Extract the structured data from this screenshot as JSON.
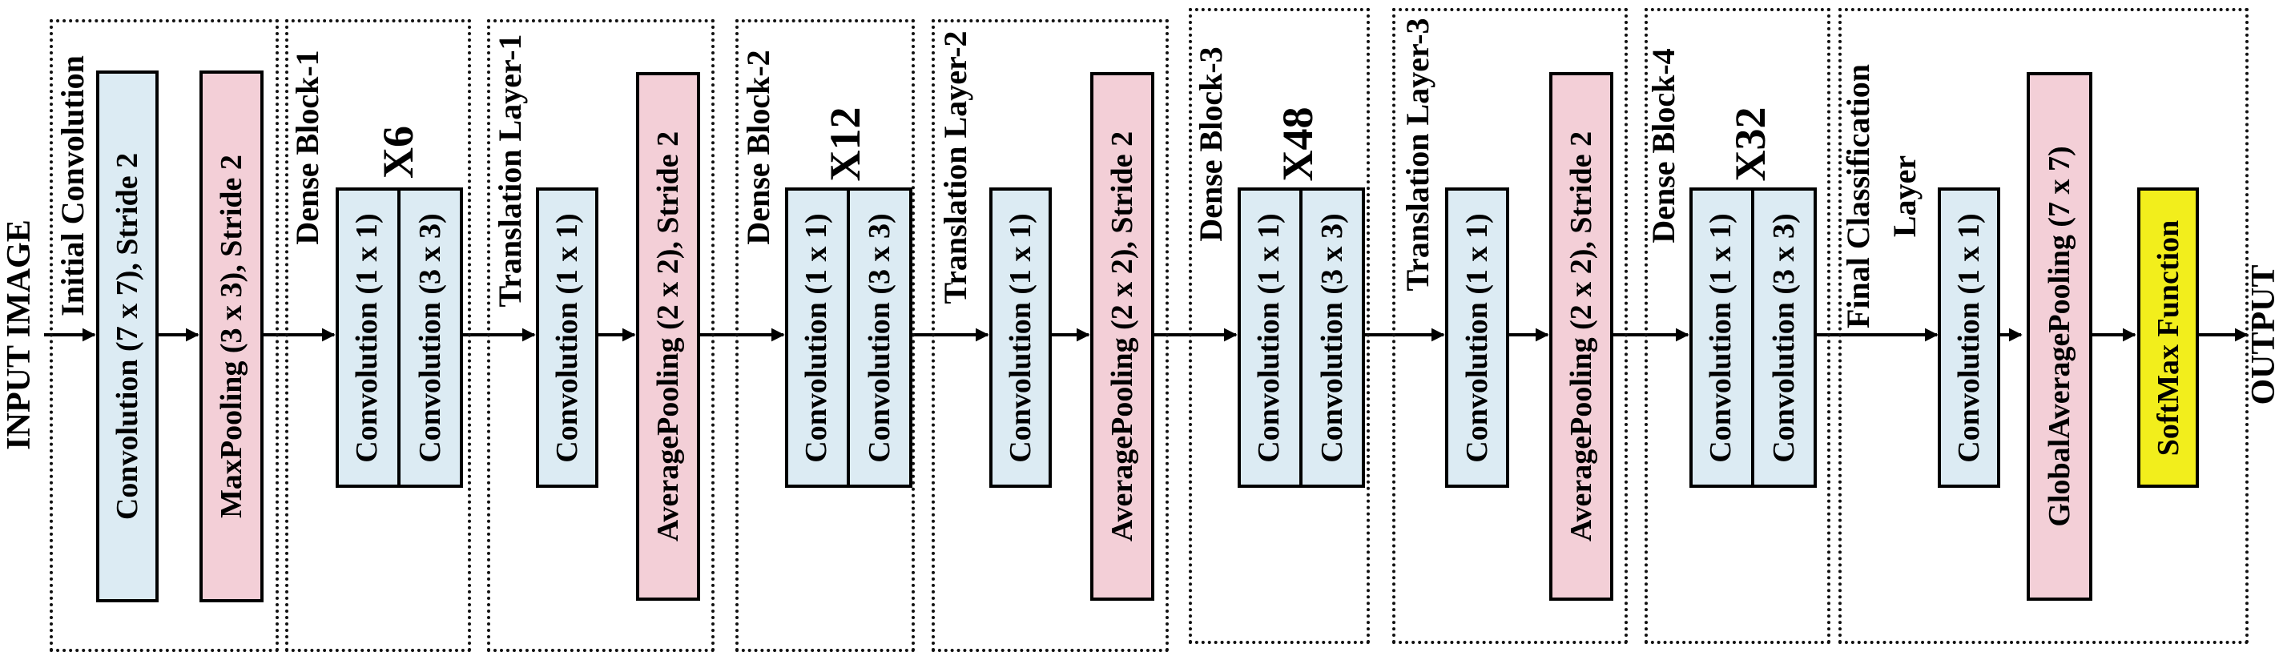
{
  "input_label": "INPUT IMAGE",
  "output_label": "OUTPUT",
  "stages": {
    "initial_convolution": {
      "title": "Initial Convolution",
      "blocks": [
        "Convolution (7 x 7), Stride 2",
        "MaxPooling (3 x 3), Stride 2"
      ]
    },
    "dense_block_1": {
      "title": "Dense Block-1",
      "multiplier": "X6",
      "layers": [
        "Convolution (1 x 1)",
        "Convolution (3 x 3)"
      ]
    },
    "translation_layer_1": {
      "title": "Translation Layer-1",
      "blocks": [
        "Convolution (1 x 1)",
        "AveragePooling (2 x 2), Stride 2"
      ]
    },
    "dense_block_2": {
      "title": "Dense Block-2",
      "multiplier": "X12",
      "layers": [
        "Convolution (1 x 1)",
        "Convolution (3 x 3)"
      ]
    },
    "translation_layer_2": {
      "title": "Translation Layer-2",
      "blocks": [
        "Convolution (1 x 1)",
        "AveragePooling (2 x 2), Stride 2"
      ]
    },
    "dense_block_3": {
      "title": "Dense Block-3",
      "multiplier": "X48",
      "layers": [
        "Convolution (1 x 1)",
        "Convolution (3 x 3)"
      ]
    },
    "translation_layer_3": {
      "title": "Translation Layer-3",
      "blocks": [
        "Convolution (1 x 1)",
        "AveragePooling (2 x 2), Stride 2"
      ]
    },
    "dense_block_4": {
      "title": "Dense Block-4",
      "multiplier": "X32",
      "layers": [
        "Convolution (1 x 1)",
        "Convolution (3 x 3)"
      ]
    },
    "final_classification": {
      "title_line1": "Final Classification",
      "title_line2": "Layer",
      "blocks": [
        "Convolution (1 x 1)",
        "GlobalAveragePooling (7 x 7)",
        "SoftMax Function"
      ]
    }
  },
  "colors": {
    "convolution_fill": "#dcebf3",
    "pooling_fill": "#f3cfd7",
    "softmax_fill": "#f2ee1c",
    "line": "#000000"
  }
}
